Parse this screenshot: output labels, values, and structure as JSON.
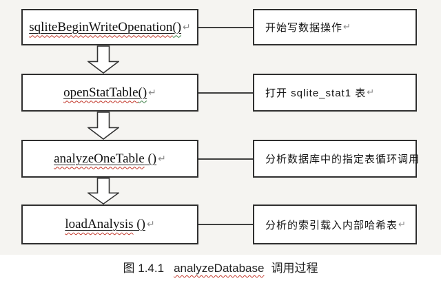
{
  "colors": {
    "scan_background": "#f5f4f1",
    "box_border": "#2f2f2f",
    "spellcheck_red": "#c23528",
    "grammar_green": "#3a7d44",
    "return_mark_gray": "#8a8a8a"
  },
  "glyphs": {
    "return_mark": "↵"
  },
  "rows": [
    {
      "func_name": "sqliteBeginWriteOpenation",
      "func_parens": "()",
      "parens_mark": "green",
      "func_return": "↵",
      "desc": "开始写数据操作",
      "desc_return": "↵"
    },
    {
      "func_name": "openStatTable",
      "func_parens": "()",
      "parens_mark": "green",
      "func_return": "↵",
      "desc": "打开 sqlite_stat1 表",
      "desc_return": "↵"
    },
    {
      "func_name": "analyzeOneTable",
      "func_parens": " ()",
      "parens_mark": "none",
      "func_return": "↵",
      "desc": "分析数据库中的指定表循环调用",
      "desc_return": ""
    },
    {
      "func_name": "loadAnalysis",
      "func_parens": " ()",
      "parens_mark": "none",
      "func_return": "↵",
      "desc": "分析的索引载入内部哈希表",
      "desc_return": "↵"
    }
  ],
  "caption": {
    "figure_label": "图 1.4.1",
    "code_ref": "analyzeDatabase",
    "suffix": "调用过程"
  }
}
